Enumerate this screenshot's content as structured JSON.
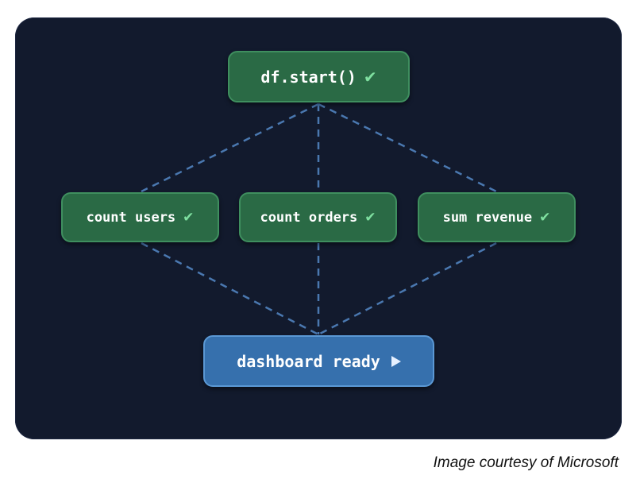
{
  "diagram": {
    "nodes": [
      {
        "id": "start",
        "label": "df.start()",
        "status": "done",
        "status_glyph": "✔"
      },
      {
        "id": "users",
        "label": "count users",
        "status": "done",
        "status_glyph": "✔"
      },
      {
        "id": "orders",
        "label": "count orders",
        "status": "done",
        "status_glyph": "✔"
      },
      {
        "id": "revenue",
        "label": "sum revenue",
        "status": "done",
        "status_glyph": "✔"
      },
      {
        "id": "ready",
        "label": "dashboard ready",
        "status": "running",
        "status_icon": "play-icon"
      }
    ],
    "edges": [
      {
        "from": "start",
        "to": "users"
      },
      {
        "from": "start",
        "to": "orders"
      },
      {
        "from": "start",
        "to": "revenue"
      },
      {
        "from": "users",
        "to": "ready"
      },
      {
        "from": "orders",
        "to": "ready"
      },
      {
        "from": "revenue",
        "to": "ready"
      }
    ],
    "colors": {
      "background": "#121a2d",
      "done_node": "#2a6a45",
      "active_node": "#3670ad",
      "edge": "#4a78b0",
      "check": "#7fe0a0"
    }
  },
  "caption": "Image courtesy of Microsoft"
}
